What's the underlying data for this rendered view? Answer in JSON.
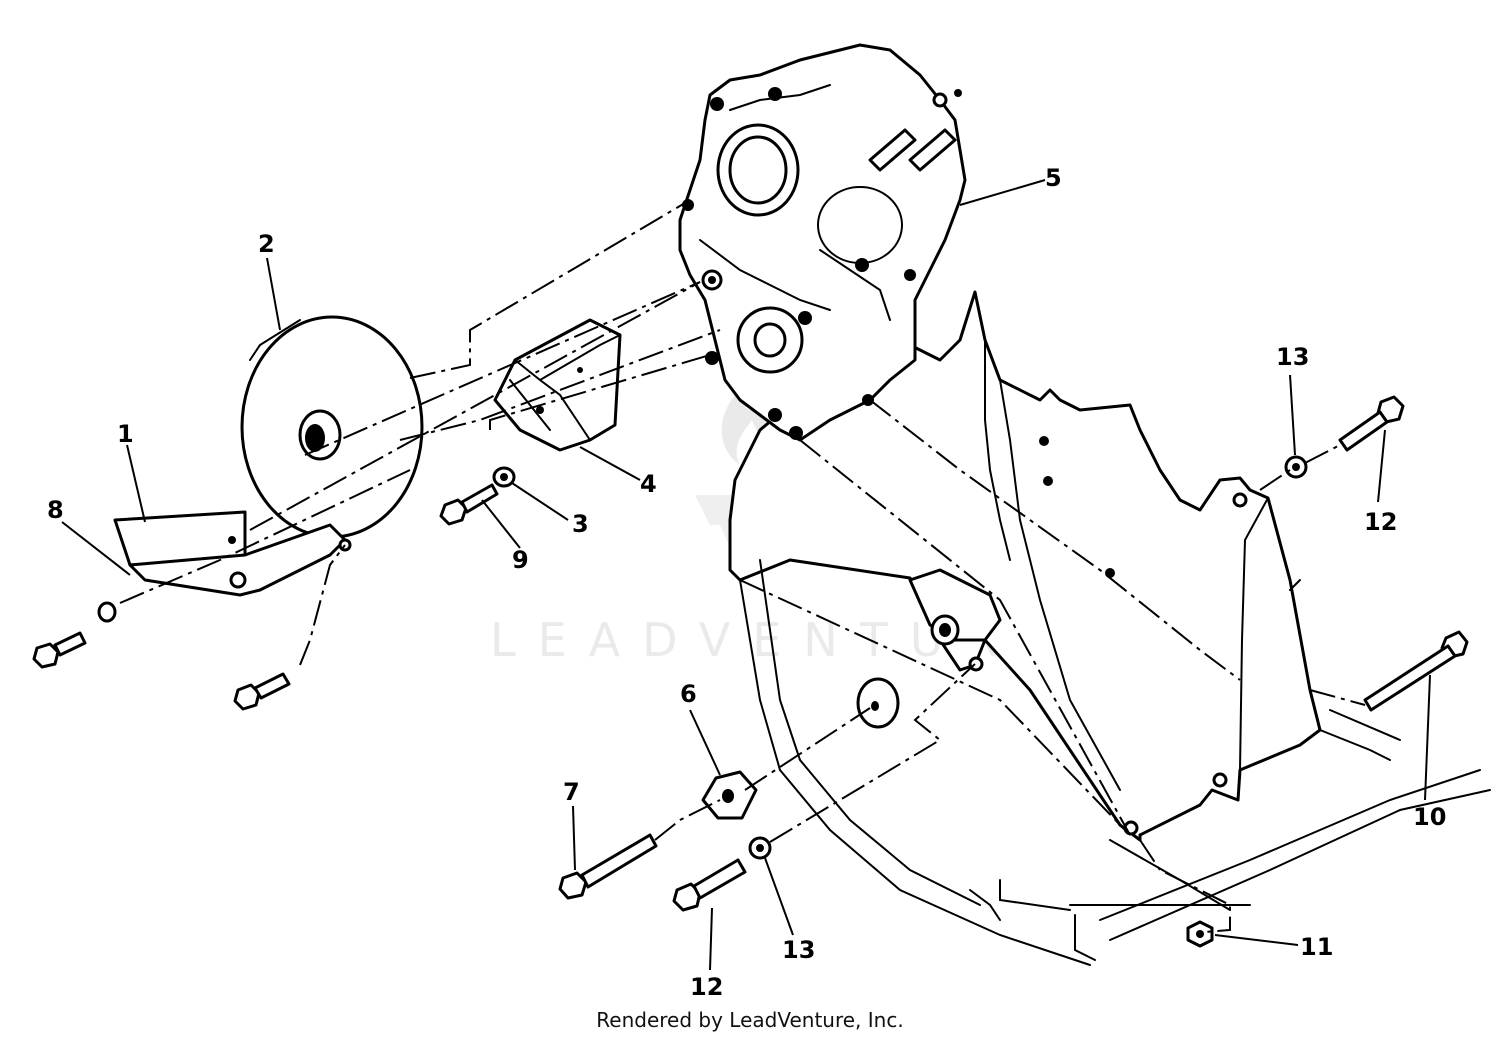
{
  "watermark": {
    "text": "LEADVENTURE"
  },
  "footer": {
    "credit": "Rendered by LeadVenture, Inc."
  },
  "callouts": [
    {
      "id": "1",
      "label": "1"
    },
    {
      "id": "2",
      "label": "2"
    },
    {
      "id": "3",
      "label": "3"
    },
    {
      "id": "4",
      "label": "4"
    },
    {
      "id": "5",
      "label": "5"
    },
    {
      "id": "6",
      "label": "6"
    },
    {
      "id": "7",
      "label": "7"
    },
    {
      "id": "8",
      "label": "8"
    },
    {
      "id": "9",
      "label": "9"
    },
    {
      "id": "10",
      "label": "10"
    },
    {
      "id": "11",
      "label": "11"
    },
    {
      "id": "12a",
      "label": "12"
    },
    {
      "id": "12b",
      "label": "12"
    },
    {
      "id": "13a",
      "label": "13"
    },
    {
      "id": "13b",
      "label": "13"
    }
  ]
}
